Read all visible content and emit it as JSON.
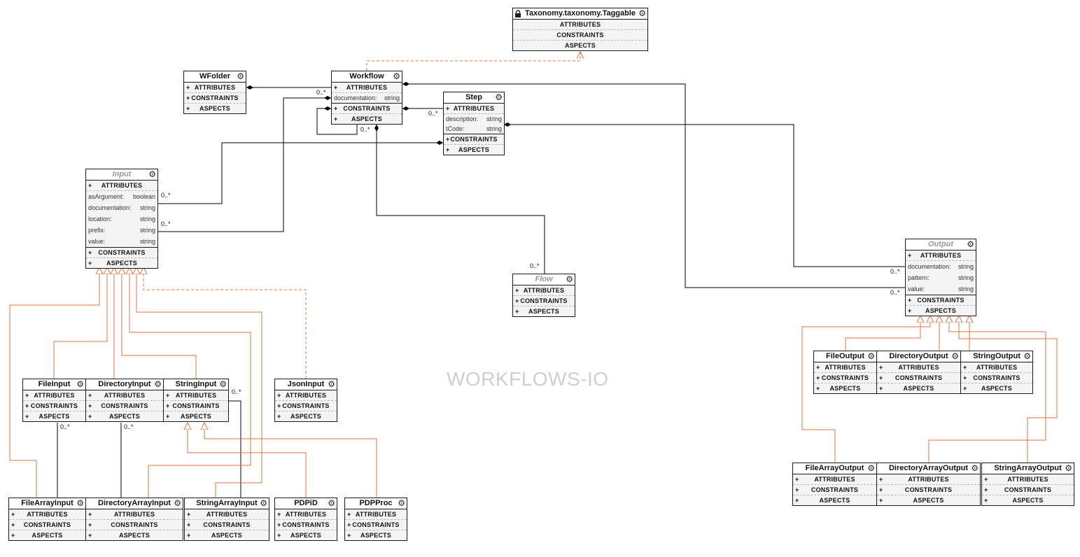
{
  "watermark": "WORKFLOWS-IO",
  "colors": {
    "composition": "#000000",
    "inheritance": "#e07040",
    "realization": "#e07040"
  },
  "icons": {
    "settings": "gear-icon",
    "locked": "lock-icon"
  },
  "sections": {
    "attributes": "ATTRIBUTES",
    "constraints": "CONSTRAINTS",
    "aspects": "ASPECTS",
    "plus": "+"
  },
  "classes": {
    "taggable": {
      "name": "Taxonomy.taxonomy.Taggable"
    },
    "wfolder": {
      "name": "WFolder"
    },
    "workflow": {
      "name": "Workflow",
      "attrs": [
        {
          "name": "documentation:",
          "type": "string"
        }
      ]
    },
    "step": {
      "name": "Step",
      "attrs": [
        {
          "name": "description:",
          "type": "string"
        },
        {
          "name": "tCode:",
          "type": "string"
        }
      ]
    },
    "input": {
      "name": "Input",
      "attrs": [
        {
          "name": "asArgument:",
          "type": "boolean"
        },
        {
          "name": "documentation:",
          "type": "string"
        },
        {
          "name": "location:",
          "type": "string"
        },
        {
          "name": "prefix:",
          "type": "string"
        },
        {
          "name": "value:",
          "type": "string"
        }
      ]
    },
    "flow": {
      "name": "Flow"
    },
    "output": {
      "name": "Output",
      "attrs": [
        {
          "name": "documentation:",
          "type": "string"
        },
        {
          "name": "pattern:",
          "type": "string"
        },
        {
          "name": "value:",
          "type": "string"
        }
      ]
    },
    "fileinput": {
      "name": "FileInput"
    },
    "directoryinput": {
      "name": "DirectoryInput"
    },
    "stringinput": {
      "name": "StringInput"
    },
    "jsoninput": {
      "name": "JsonInput"
    },
    "fileoutput": {
      "name": "FileOutput"
    },
    "directoryoutput": {
      "name": "DirectoryOutput"
    },
    "stringoutput": {
      "name": "StringOutput"
    },
    "filearrayinput": {
      "name": "FileArrayInput"
    },
    "directoryarrayinput": {
      "name": "DirectoryArrayInput"
    },
    "stringarrayinput": {
      "name": "StringArrayInput"
    },
    "pdpid": {
      "name": "PDPiD"
    },
    "pdpproc": {
      "name": "PDPProc"
    },
    "filearrayoutput": {
      "name": "FileArrayOutput"
    },
    "directoryarrayoutput": {
      "name": "DirectoryArrayOutput"
    },
    "stringarrayoutput": {
      "name": "StringArrayOutput"
    }
  },
  "multiplicity": {
    "many": "0..*"
  }
}
